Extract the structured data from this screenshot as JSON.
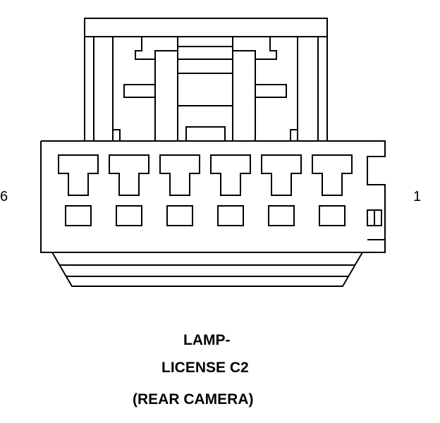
{
  "pins": {
    "left": "6",
    "right": "1"
  },
  "caption": {
    "line1": "LAMP-",
    "line2": "LICENSE C2",
    "line3": "(REAR CAMERA)"
  },
  "colors": {
    "stroke": "#000000",
    "background": "#ffffff"
  }
}
